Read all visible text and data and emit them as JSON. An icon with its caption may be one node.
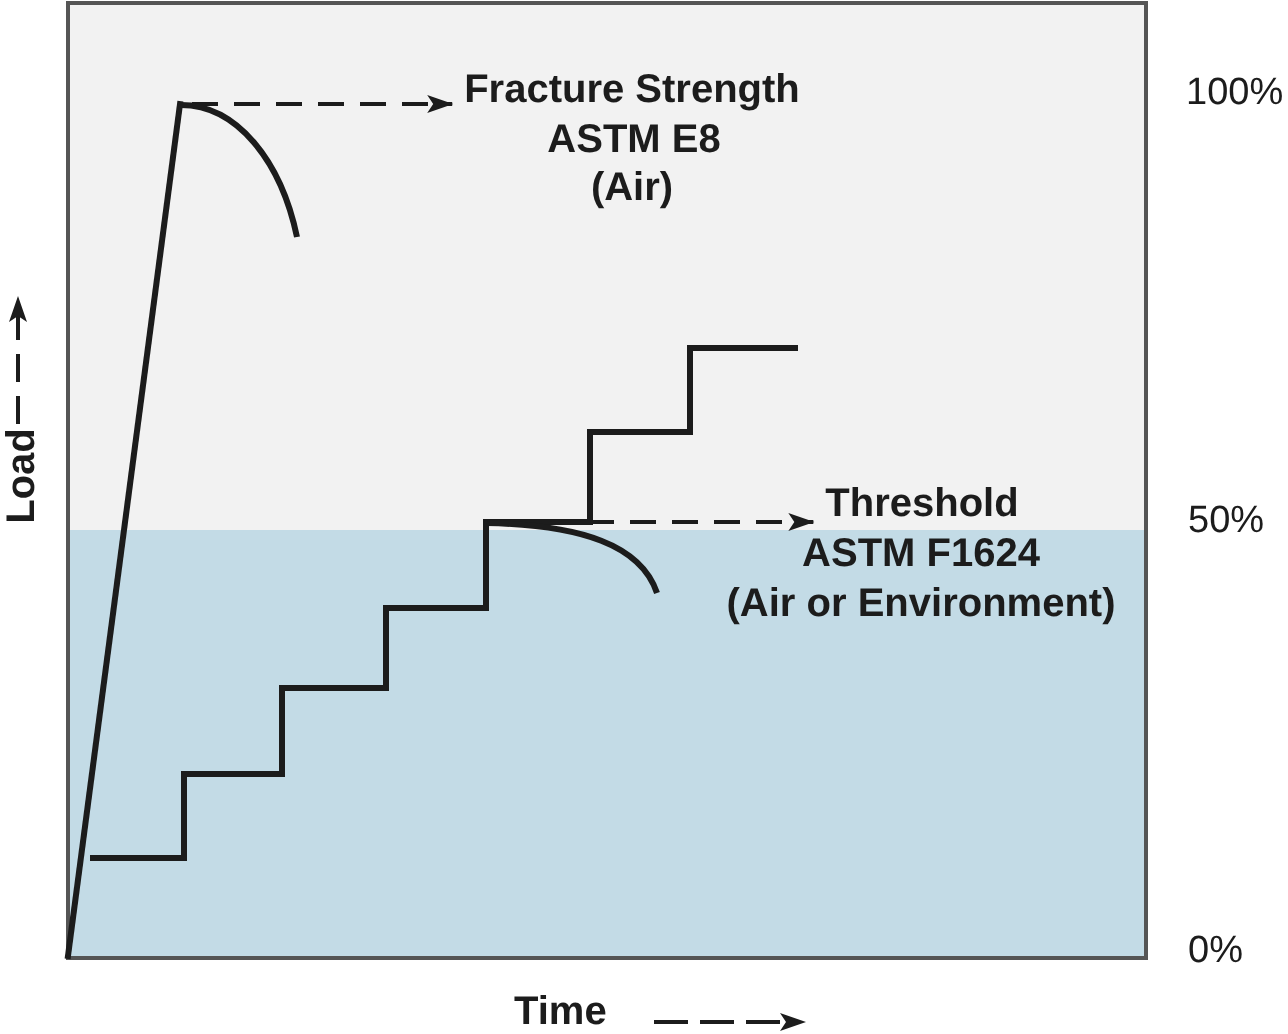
{
  "diagram": {
    "nodes": [
      {
        "text": [
          "Fracture Strength"
        ],
        "beside": [
          "ASTM E8",
          "(Air)"
        ]
      },
      {
        "text": [
          "Threshold"
        ],
        "beside": [
          "ASTM F1624",
          "(Air or Environment)"
        ]
      },
      {
        "text": [],
        "shape": "curve"
      },
      {
        "text": [],
        "shape": "curve"
      }
    ],
    "edges": [
      {
        "from": 2,
        "to": 0,
        "arrow": "to",
        "style": "dashed"
      },
      {
        "from": 3,
        "to": 1,
        "arrow": "to",
        "style": "dashed"
      }
    ],
    "labels": [
      "Load",
      "100%",
      "50%",
      "0%",
      "Time"
    ]
  }
}
